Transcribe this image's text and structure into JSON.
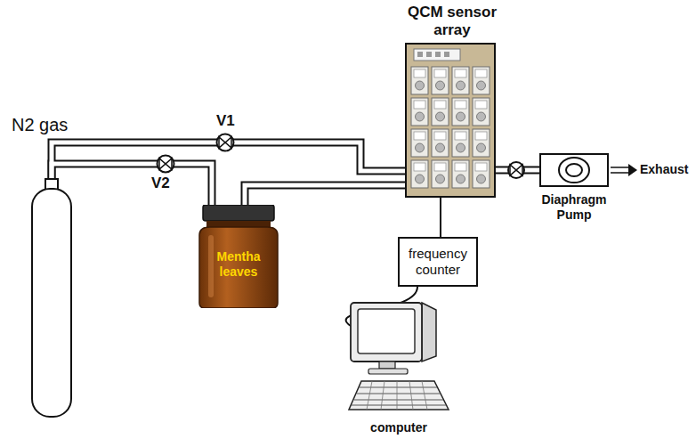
{
  "diagram": {
    "nodes": [
      {
        "text": [
          "N2 gas"
        ]
      },
      {
        "text": [
          "Mentha leaves"
        ]
      },
      {
        "text": [
          "QCM sensor array"
        ]
      },
      {
        "text": [
          "frequency counter"
        ]
      },
      {
        "text": [
          "computer"
        ]
      },
      {
        "text": [
          "Diaphragm Pump"
        ]
      }
    ],
    "edges": [
      {
        "from": 0,
        "to": 2,
        "arrow": "none"
      },
      {
        "from": 0,
        "to": 1,
        "arrow": "none"
      },
      {
        "from": 1,
        "to": 2,
        "arrow": "none"
      },
      {
        "from": 2,
        "to": 3,
        "arrow": "none"
      },
      {
        "from": 3,
        "to": 4,
        "arrow": "none"
      },
      {
        "from": 2,
        "to": 5,
        "arrow": "none"
      }
    ],
    "labels": [
      "V1",
      "V2",
      "Exhaust"
    ]
  }
}
